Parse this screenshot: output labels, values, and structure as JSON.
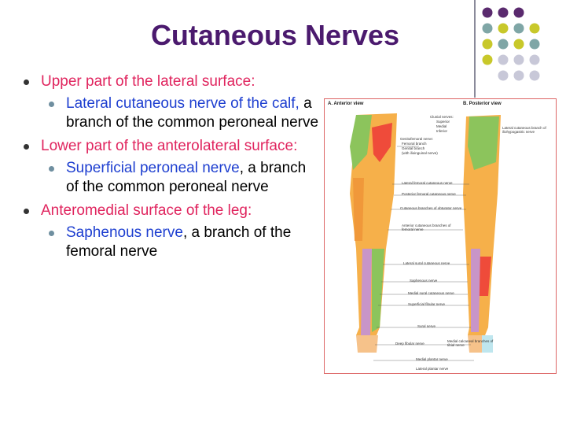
{
  "title": "Cutaneous Nerves",
  "bullets": [
    {
      "text": "Upper part of the lateral surface:",
      "sub": {
        "highlight": "Lateral cutaneous nerve of the calf,",
        "rest": " a branch of the common peroneal nerve"
      }
    },
    {
      "text": "Lower part of the anterolateral surface:",
      "sub": {
        "highlight": "Superficial peroneal nerve",
        "rest": ", a branch of the common peroneal nerve"
      }
    },
    {
      "text": "Anteromedial surface of the leg:",
      "sub": {
        "highlight": "Saphenous nerve",
        "rest": ", a branch of the femoral nerve"
      }
    }
  ],
  "figure": {
    "panel_a": "A. Anterior view",
    "panel_b": "B. Posterior view",
    "labels": [
      "Clunial nerves:",
      "Superior",
      "Medial",
      "Inferior",
      "Lateral cutaneous branch of iliohypogastric nerve",
      "Genitofemoral nerve:",
      "Femoral branch",
      "Genital branch",
      "(with ilioinguinal nerve)",
      "Lateral femoral cutaneous nerve",
      "Posterior femoral cutaneous nerve",
      "Cutaneous branches of obturator nerve",
      "Anterior cutaneous branches of femoral nerve",
      "Lateral sural cutaneous nerve",
      "Saphenous nerve",
      "Medial sural cutaneous nerve",
      "Superficial fibular nerve",
      "Sural nerve",
      "Deep fibular nerve",
      "Medial calcaneal branches of tibial nerve",
      "Medial plantar nerve",
      "Lateral plantar nerve"
    ]
  },
  "colors": {
    "title": "#4b1a6e",
    "level1": "#e0245e",
    "highlight": "#1e3fd0",
    "dot_purple": "#5a2a6e",
    "dot_teal": "#7fa6a6",
    "dot_yellow": "#c8c82a",
    "dot_grey": "#c8c8d8"
  }
}
